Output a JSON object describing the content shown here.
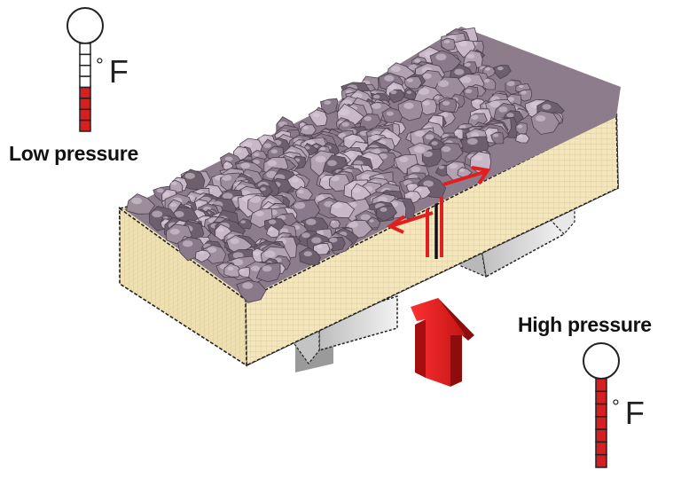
{
  "labels": {
    "low_pressure": "Low pressure",
    "high_pressure": "High pressure",
    "unit_low": "F",
    "unit_high": "F",
    "degree_symbol": "°"
  },
  "thermometers": {
    "low": {
      "filled_segments": 4,
      "total_segments": 8
    },
    "high": {
      "filled_segments": 7,
      "total_segments": 7
    }
  },
  "colors": {
    "mercury": "#d42020",
    "arrow": "#e02020",
    "panel_face": "#f3e6bd",
    "panel_grid": "#d8c89a",
    "rock": "#9d8c9c",
    "rock_light": "#c9b8c8",
    "rock_dark": "#6e5f6e",
    "joist": "#d9d9d9"
  },
  "icons": {
    "thermometer_low": "thermometer-icon",
    "thermometer_high": "thermometer-icon",
    "up_arrow": "up-arrow-icon",
    "split_arrows": "split-arrows-icon"
  }
}
